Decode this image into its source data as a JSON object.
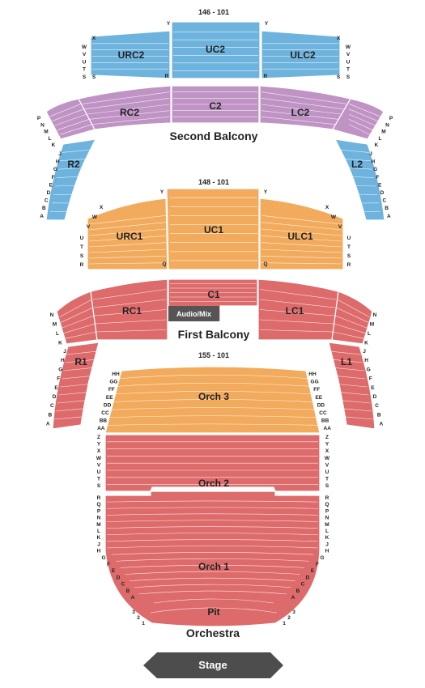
{
  "colors": {
    "blue": "#6db3dd",
    "purple": "#c093c5",
    "orange": "#f2aa5c",
    "red": "#dd6b6b",
    "stage": "#4d4d4d",
    "audio": "#555555"
  },
  "upper": {
    "range": "146 - 101",
    "sections": {
      "left": "URC2",
      "center": "UC2",
      "right": "ULC2"
    },
    "rows_side": [
      "X",
      "W",
      "V",
      "U",
      "T",
      "S"
    ],
    "center_top": "Y",
    "center_bottom": "R"
  },
  "second_balcony": {
    "title": "Second Balcony",
    "sections": {
      "left": "RC2",
      "center": "C2",
      "right": "LC2"
    },
    "rows_side": [
      "P",
      "N",
      "M",
      "L",
      "K"
    ],
    "wing_left": "R2",
    "wing_right": "L2",
    "wing_rows": [
      "J",
      "H",
      "G",
      "F",
      "E",
      "D",
      "C",
      "B",
      "A"
    ]
  },
  "upper_first": {
    "range": "148 - 101",
    "sections": {
      "left": "URC1",
      "center": "UC1",
      "right": "ULC1"
    },
    "rows_top": [
      "X",
      "W",
      "V"
    ],
    "rows_low": [
      "U",
      "T",
      "S",
      "R"
    ],
    "center_top": "Y",
    "center_bottom": "Q"
  },
  "first_balcony": {
    "title": "First Balcony",
    "sections": {
      "left": "RC1",
      "center": "C1",
      "right": "LC1"
    },
    "audio": "Audio/Mix",
    "rows_side": [
      "N",
      "M",
      "L",
      "K"
    ],
    "wing_left": "R1",
    "wing_right": "L1",
    "wing_rows": [
      "J",
      "H",
      "G",
      "F",
      "E",
      "D",
      "C",
      "B",
      "A"
    ]
  },
  "orchestra": {
    "range": "155 - 101",
    "title": "Orchestra",
    "orch3": "Orch 3",
    "orch2": "Orch 2",
    "orch1": "Orch 1",
    "pit": "Pit",
    "rows_orch3": [
      "HH",
      "GG",
      "FF",
      "EE",
      "DD",
      "CC",
      "BB",
      "AA"
    ],
    "rows_orch2": [
      "Z",
      "Y",
      "X",
      "W",
      "V",
      "U",
      "T",
      "S"
    ],
    "rows_orch1": [
      "R",
      "Q",
      "P",
      "N",
      "M",
      "L",
      "K",
      "J",
      "H",
      "G",
      "F",
      "E",
      "D",
      "C",
      "B",
      "A"
    ],
    "rows_pit": [
      "3",
      "2",
      "1"
    ],
    "stage": "Stage"
  }
}
